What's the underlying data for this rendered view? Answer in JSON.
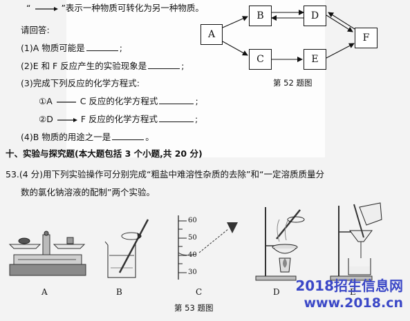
{
  "q52": {
    "arrow_note_open": "“",
    "arrow_note_text": "”表示一种物质可转化为另一种物质。",
    "prompt": "请回答:",
    "q1": "(1)A 物质可能是",
    "q2": "(2)E 和 F 反应产生的实验现象是",
    "q3": "(3)完成下列反应的化学方程式:",
    "q3a_start": "①A",
    "q3a_end": "C 反应的化学方程式",
    "q3b_start": "②D",
    "q3b_end": "F 反应的化学方程式",
    "q4": "(4)B 物质的用途之一是",
    "semicolon": ";",
    "period": "。",
    "diagram": {
      "boxes": [
        "A",
        "B",
        "C",
        "D",
        "E",
        "F"
      ],
      "caption": "第 52 题图"
    }
  },
  "section10": {
    "heading": "十、实验与探究题(本大题包括 3 个小题,共 20 分)"
  },
  "q53": {
    "line1": "53.(4 分)用下列实验操作可分别完成“粗盐中难溶性杂质的去除”和“一定溶质质量分",
    "line2": "数的氯化钠溶液的配制”两个实验。",
    "labels": [
      "A",
      "B",
      "C",
      "D",
      "E"
    ],
    "cylinder_ticks": [
      "60",
      "50",
      "40",
      "30"
    ],
    "caption": "第 53 题图"
  },
  "watermark": {
    "line1": "2018招生信息网",
    "line2": "www.2018.cn"
  }
}
